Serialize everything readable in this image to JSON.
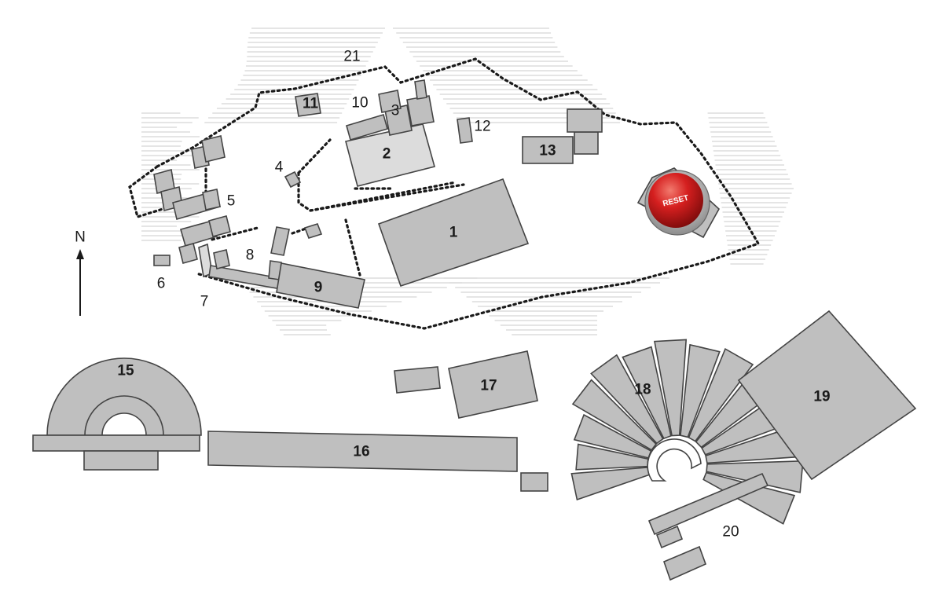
{
  "compass": {
    "label": "N"
  },
  "reset_button": {
    "label": "RESET",
    "color": "#d51f1f"
  },
  "labels": {
    "l1": "1",
    "l2": "2",
    "l3": "3",
    "l4": "4",
    "l5": "5",
    "l6": "6",
    "l7": "7",
    "l8": "8",
    "l9": "9",
    "l10": "10",
    "l11": "11",
    "l12": "12",
    "l13": "13",
    "l15": "15",
    "l16": "16",
    "l17": "17",
    "l18": "18",
    "l19": "19",
    "l20": "20",
    "l21": "21"
  },
  "colors": {
    "building_fill": "#bfbfbf",
    "building_stroke": "#444444",
    "hatch": "#d5d5d5",
    "wall": "#1a1a1a"
  }
}
